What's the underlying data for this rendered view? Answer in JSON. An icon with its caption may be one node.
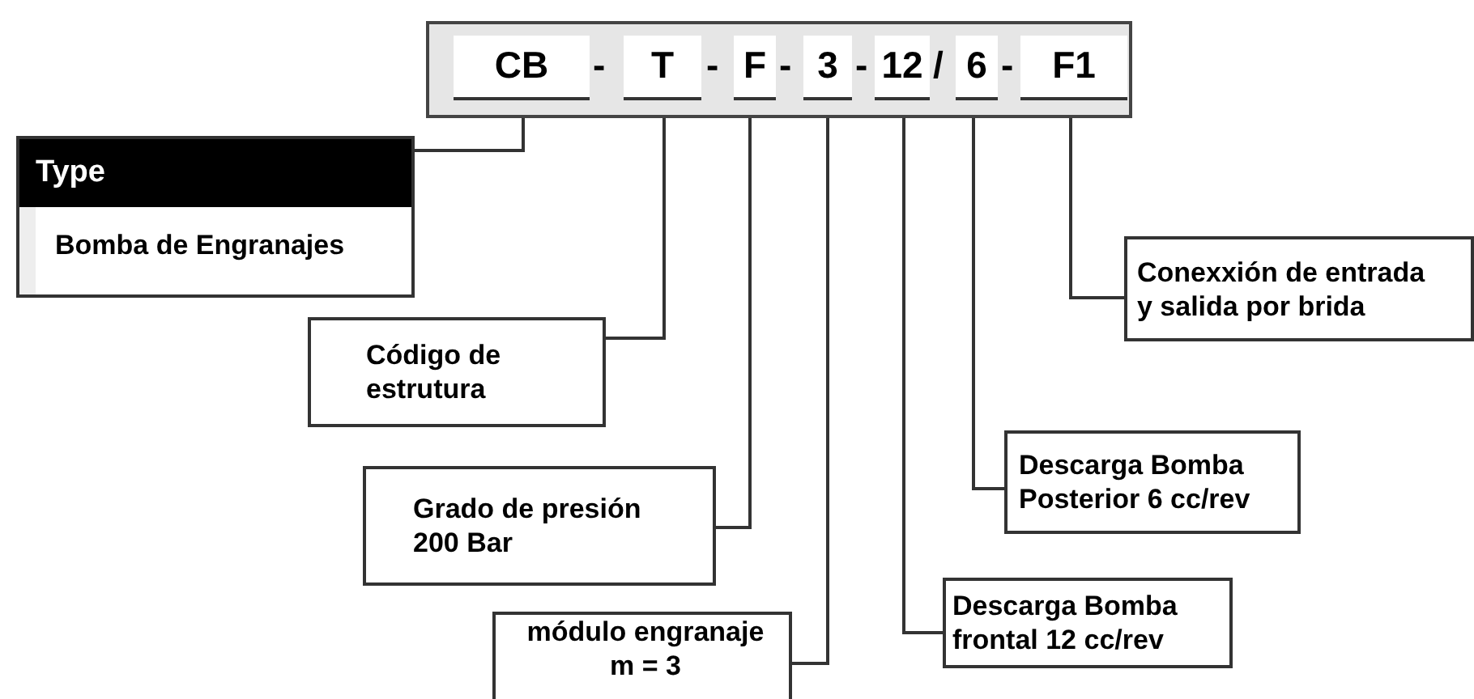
{
  "diagram": {
    "nodes": [
      {
        "text": [],
        "shape": "box"
      },
      {
        "text": [
          "CB"
        ],
        "in": 0
      },
      {
        "text": [
          "T"
        ],
        "in": 0
      },
      {
        "text": [
          "F"
        ],
        "in": 0
      },
      {
        "text": [
          "3"
        ],
        "in": 0
      },
      {
        "text": [
          "12"
        ],
        "in": 0
      },
      {
        "text": [
          "6"
        ],
        "in": 0
      },
      {
        "text": [
          "F1"
        ],
        "in": 0
      },
      {
        "text": [
          "Type",
          "Bomba de Engranajes"
        ]
      },
      {
        "text": [
          "Conexxión de entrada y salida por brida"
        ]
      },
      {
        "text": [
          "Código de estrutura"
        ]
      },
      {
        "text": [
          "Descarga Bomba Posterior 6 cc/rev"
        ]
      },
      {
        "text": [
          "Grado de presión 200 Bar"
        ]
      },
      {
        "text": [
          "Descarga Bomba frontal 12 cc/rev"
        ]
      },
      {
        "text": [
          "módulo engranaje m = 3"
        ]
      }
    ],
    "edges": [
      {
        "from": 1,
        "to": 8,
        "arrow": "none"
      },
      {
        "from": 2,
        "to": 10,
        "arrow": "none"
      },
      {
        "from": 3,
        "to": 12,
        "arrow": "none"
      },
      {
        "from": 4,
        "to": 14,
        "arrow": "none"
      },
      {
        "from": 5,
        "to": 13,
        "arrow": "none"
      },
      {
        "from": 6,
        "to": 11,
        "arrow": "none"
      },
      {
        "from": 7,
        "to": 9,
        "arrow": "none"
      }
    ],
    "labels": [
      "-",
      "-",
      "-",
      "-",
      "/",
      "-"
    ]
  }
}
